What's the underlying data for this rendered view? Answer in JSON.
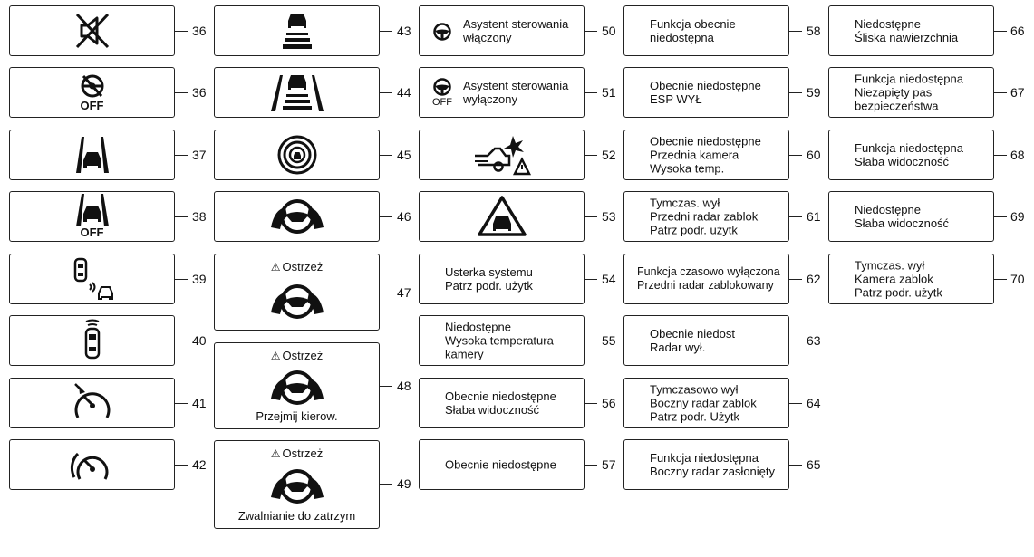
{
  "col1": [
    {
      "num": "36",
      "icon": "speaker-muted-icon"
    },
    {
      "num": "36",
      "icon": "steering-off-icon",
      "off": "OFF"
    },
    {
      "num": "37",
      "icon": "lane-keep-icon"
    },
    {
      "num": "38",
      "icon": "lane-keep-off-icon",
      "off": "OFF"
    },
    {
      "num": "39",
      "icon": "car-proximity-icon"
    },
    {
      "num": "40",
      "icon": "car-sensors-icon"
    },
    {
      "num": "41",
      "icon": "speedometer-limit-icon"
    },
    {
      "num": "42",
      "icon": "speedometer-icon"
    }
  ],
  "col2": [
    {
      "num": "43",
      "icon": "car-distance-icon"
    },
    {
      "num": "44",
      "icon": "car-distance-lanes-icon"
    },
    {
      "num": "45",
      "icon": "car-target-icon"
    },
    {
      "num": "46",
      "icon": "hands-on-wheel-icon"
    },
    {
      "num": "47",
      "icon": "hands-on-wheel-icon",
      "warn": "Ostrzeż"
    },
    {
      "num": "48",
      "icon": "hands-on-wheel-icon",
      "warn": "Ostrzeż",
      "bottom": "Przejmij kierow."
    },
    {
      "num": "49",
      "icon": "hands-on-wheel-icon",
      "warn": "Ostrzeż",
      "bottom": "Zwalnianie do zatrzym"
    }
  ],
  "col3": [
    {
      "num": "50",
      "icon": "steering-wheel-icon",
      "text": "Asystent sterowania\nwłączony"
    },
    {
      "num": "51",
      "icon": "steering-wheel-off-icon",
      "off": "OFF",
      "text": "Asystent sterowania\nwyłączony"
    },
    {
      "num": "52",
      "icon": "car-collision-icon"
    },
    {
      "num": "53",
      "icon": "car-warning-triangle-icon"
    },
    {
      "num": "54",
      "text": "Usterka systemu\nPatrz podr. użytk"
    },
    {
      "num": "55",
      "text": "Niedostępne\nWysoka temperatura\nkamery"
    },
    {
      "num": "56",
      "text": "Obecnie niedostępne\nSłaba widoczność"
    },
    {
      "num": "57",
      "text": "Obecnie niedostępne"
    }
  ],
  "col4": [
    {
      "num": "58",
      "text": "Funkcja obecnie\nniedostępna"
    },
    {
      "num": "59",
      "text": "Obecnie niedostępne\nESP WYŁ"
    },
    {
      "num": "60",
      "text": "Obecnie niedostępne\nPrzednia kamera\nWysoka temp."
    },
    {
      "num": "61",
      "text": "Tymczas. wył\nPrzedni radar zablok\nPatrz podr. użytk"
    },
    {
      "num": "62",
      "text": "Funkcja czasowo wyłączona\nPrzedni radar zablokowany"
    },
    {
      "num": "63",
      "text": "Obecnie niedost\nRadar wył."
    },
    {
      "num": "64",
      "text": "Tymczasowo wył\nBoczny radar zablok\nPatrz podr. Użytk"
    },
    {
      "num": "65",
      "text": "Funkcja niedostępna\nBoczny radar zasłonięty"
    }
  ],
  "col5": [
    {
      "num": "66",
      "text": "Niedostępne\nŚliska nawierzchnia"
    },
    {
      "num": "67",
      "text": "Funkcja niedostępna\nNiezapięty pas\nbezpieczeństwa"
    },
    {
      "num": "68",
      "text": "Funkcja niedostępna\nSłaba widoczność"
    },
    {
      "num": "69",
      "text": "Niedostępne\nSłaba widoczność"
    },
    {
      "num": "70",
      "text": "Tymczas. wył\nKamera zablok\nPatrz podr. użytk"
    }
  ],
  "warn_symbol": "⚠"
}
